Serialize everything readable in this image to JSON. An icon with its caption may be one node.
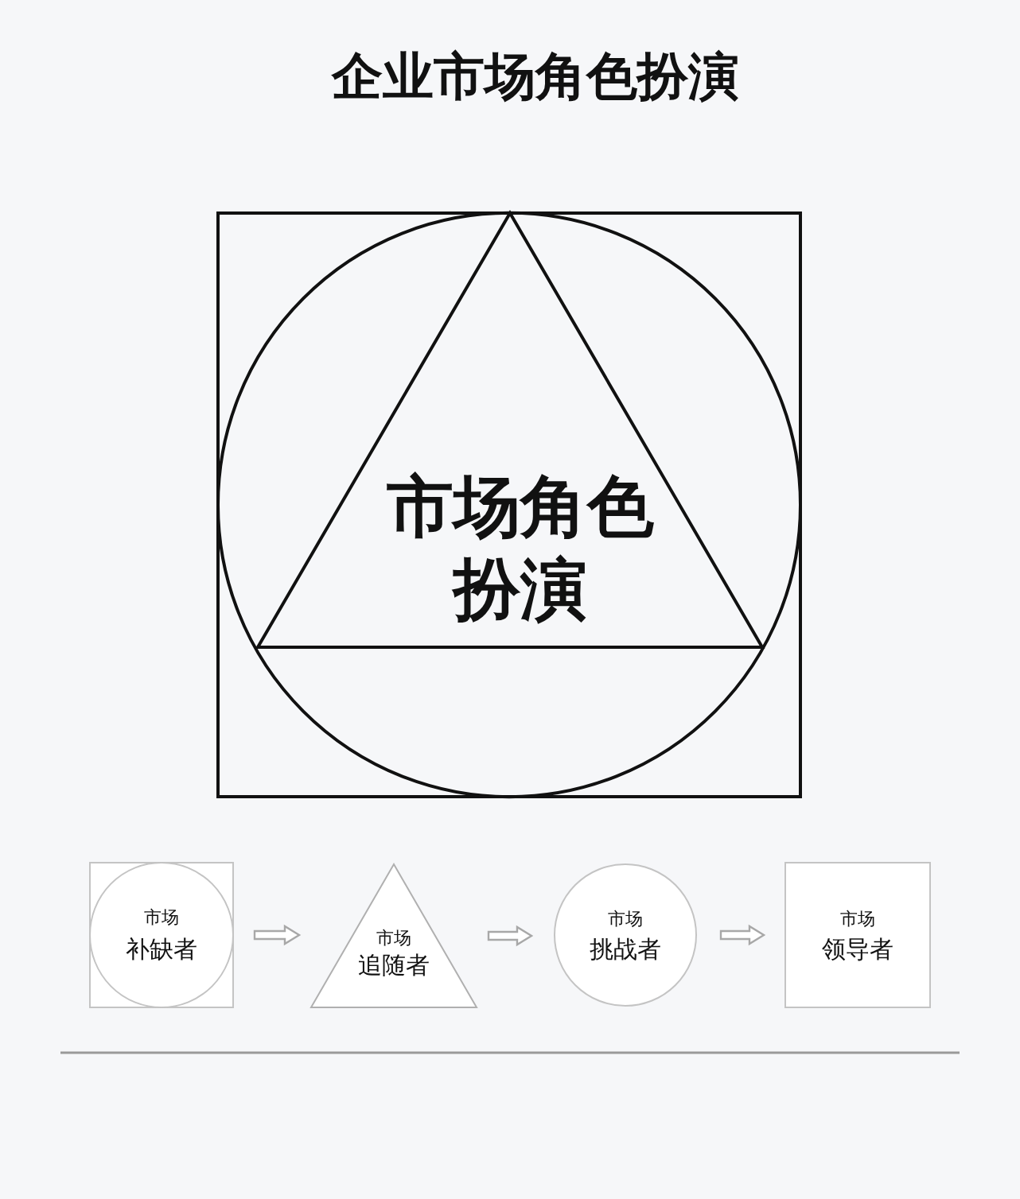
{
  "diagram": {
    "title": "企业市场角色扮演",
    "nodes": [
      {
        "text": [],
        "shape": "box"
      },
      {
        "text": [
          "市场角色扮演"
        ],
        "in": 0
      },
      {
        "text": [
          "市场",
          "补缺者"
        ]
      },
      {
        "text": [
          "市场",
          "追随者"
        ]
      },
      {
        "text": [
          "市场",
          "挑战者"
        ]
      },
      {
        "text": [
          "市场",
          "领导者"
        ]
      }
    ],
    "edges": [
      {
        "from": 2,
        "to": 3,
        "arrow": "to"
      },
      {
        "from": 3,
        "to": 4,
        "arrow": "to"
      },
      {
        "from": 4,
        "to": 5,
        "arrow": "to"
      }
    ]
  }
}
